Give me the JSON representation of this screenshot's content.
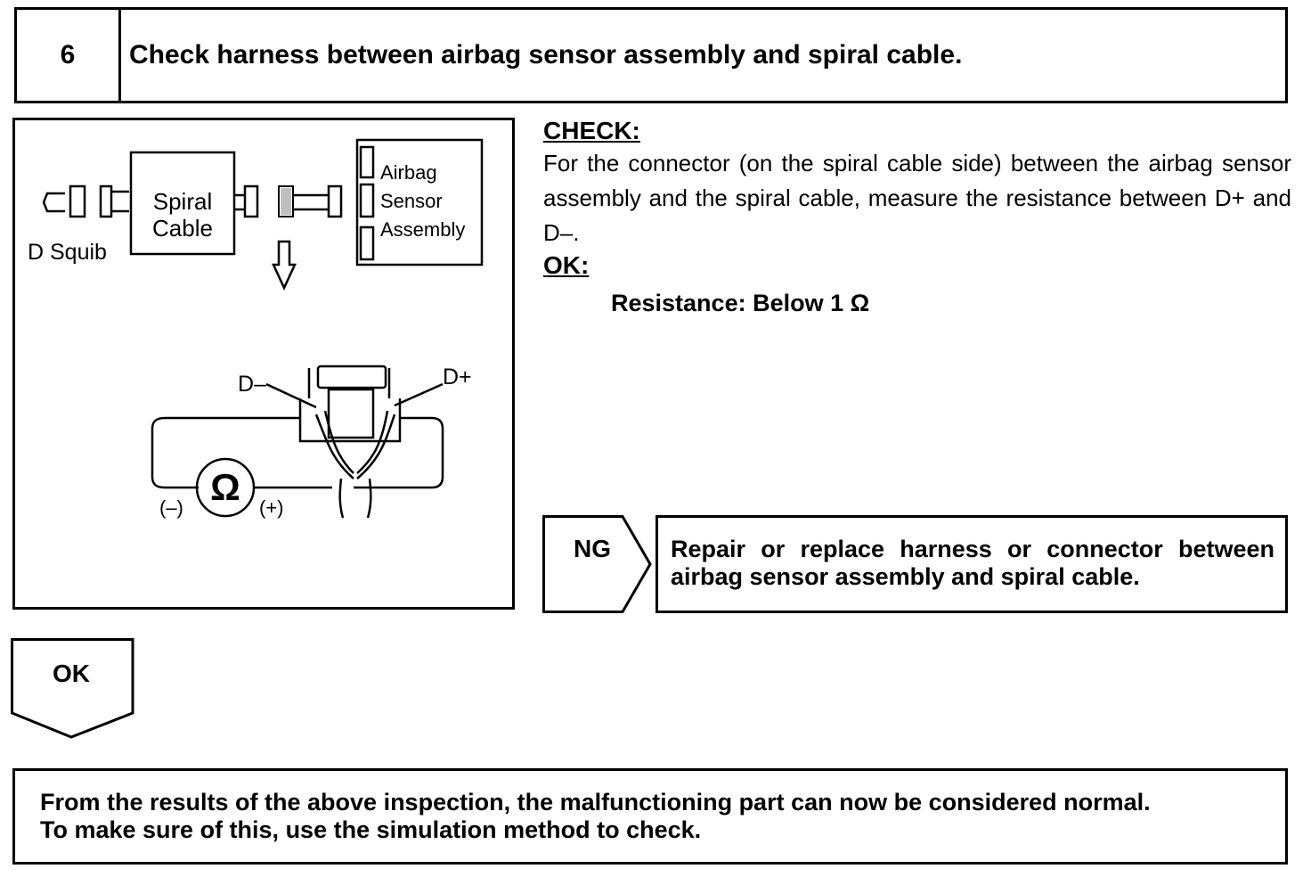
{
  "header": {
    "step_number": "6",
    "title": "Check harness between airbag sensor assembly and spiral cable."
  },
  "diagram": {
    "spiral_cable_line1": "Spiral",
    "spiral_cable_line2": "Cable",
    "d_squib": "D Squib",
    "sensor_line1": "Airbag",
    "sensor_line2": "Sensor",
    "sensor_line3": "Assembly",
    "d_minus": "D–",
    "d_plus": "D+",
    "ohm_symbol": "Ω",
    "probe_negative": "(–)",
    "probe_positive": "(+)"
  },
  "check": {
    "heading": "CHECK:",
    "text": "For the connector (on the spiral cable side) between the airbag sensor assembly and the spiral cable, measure the resistance between D+ and D–.",
    "ok_heading": "OK:",
    "ok_spec": "Resistance: Below 1 Ω"
  },
  "ng": {
    "label": "NG",
    "action": "Repair or replace harness or connector between airbag sensor assembly and spiral cable."
  },
  "ok": {
    "label": "OK"
  },
  "result": {
    "line1": "From the results of the above inspection, the malfunctioning part can now be considered normal.",
    "line2": "To make sure of this, use the simulation method to check."
  }
}
